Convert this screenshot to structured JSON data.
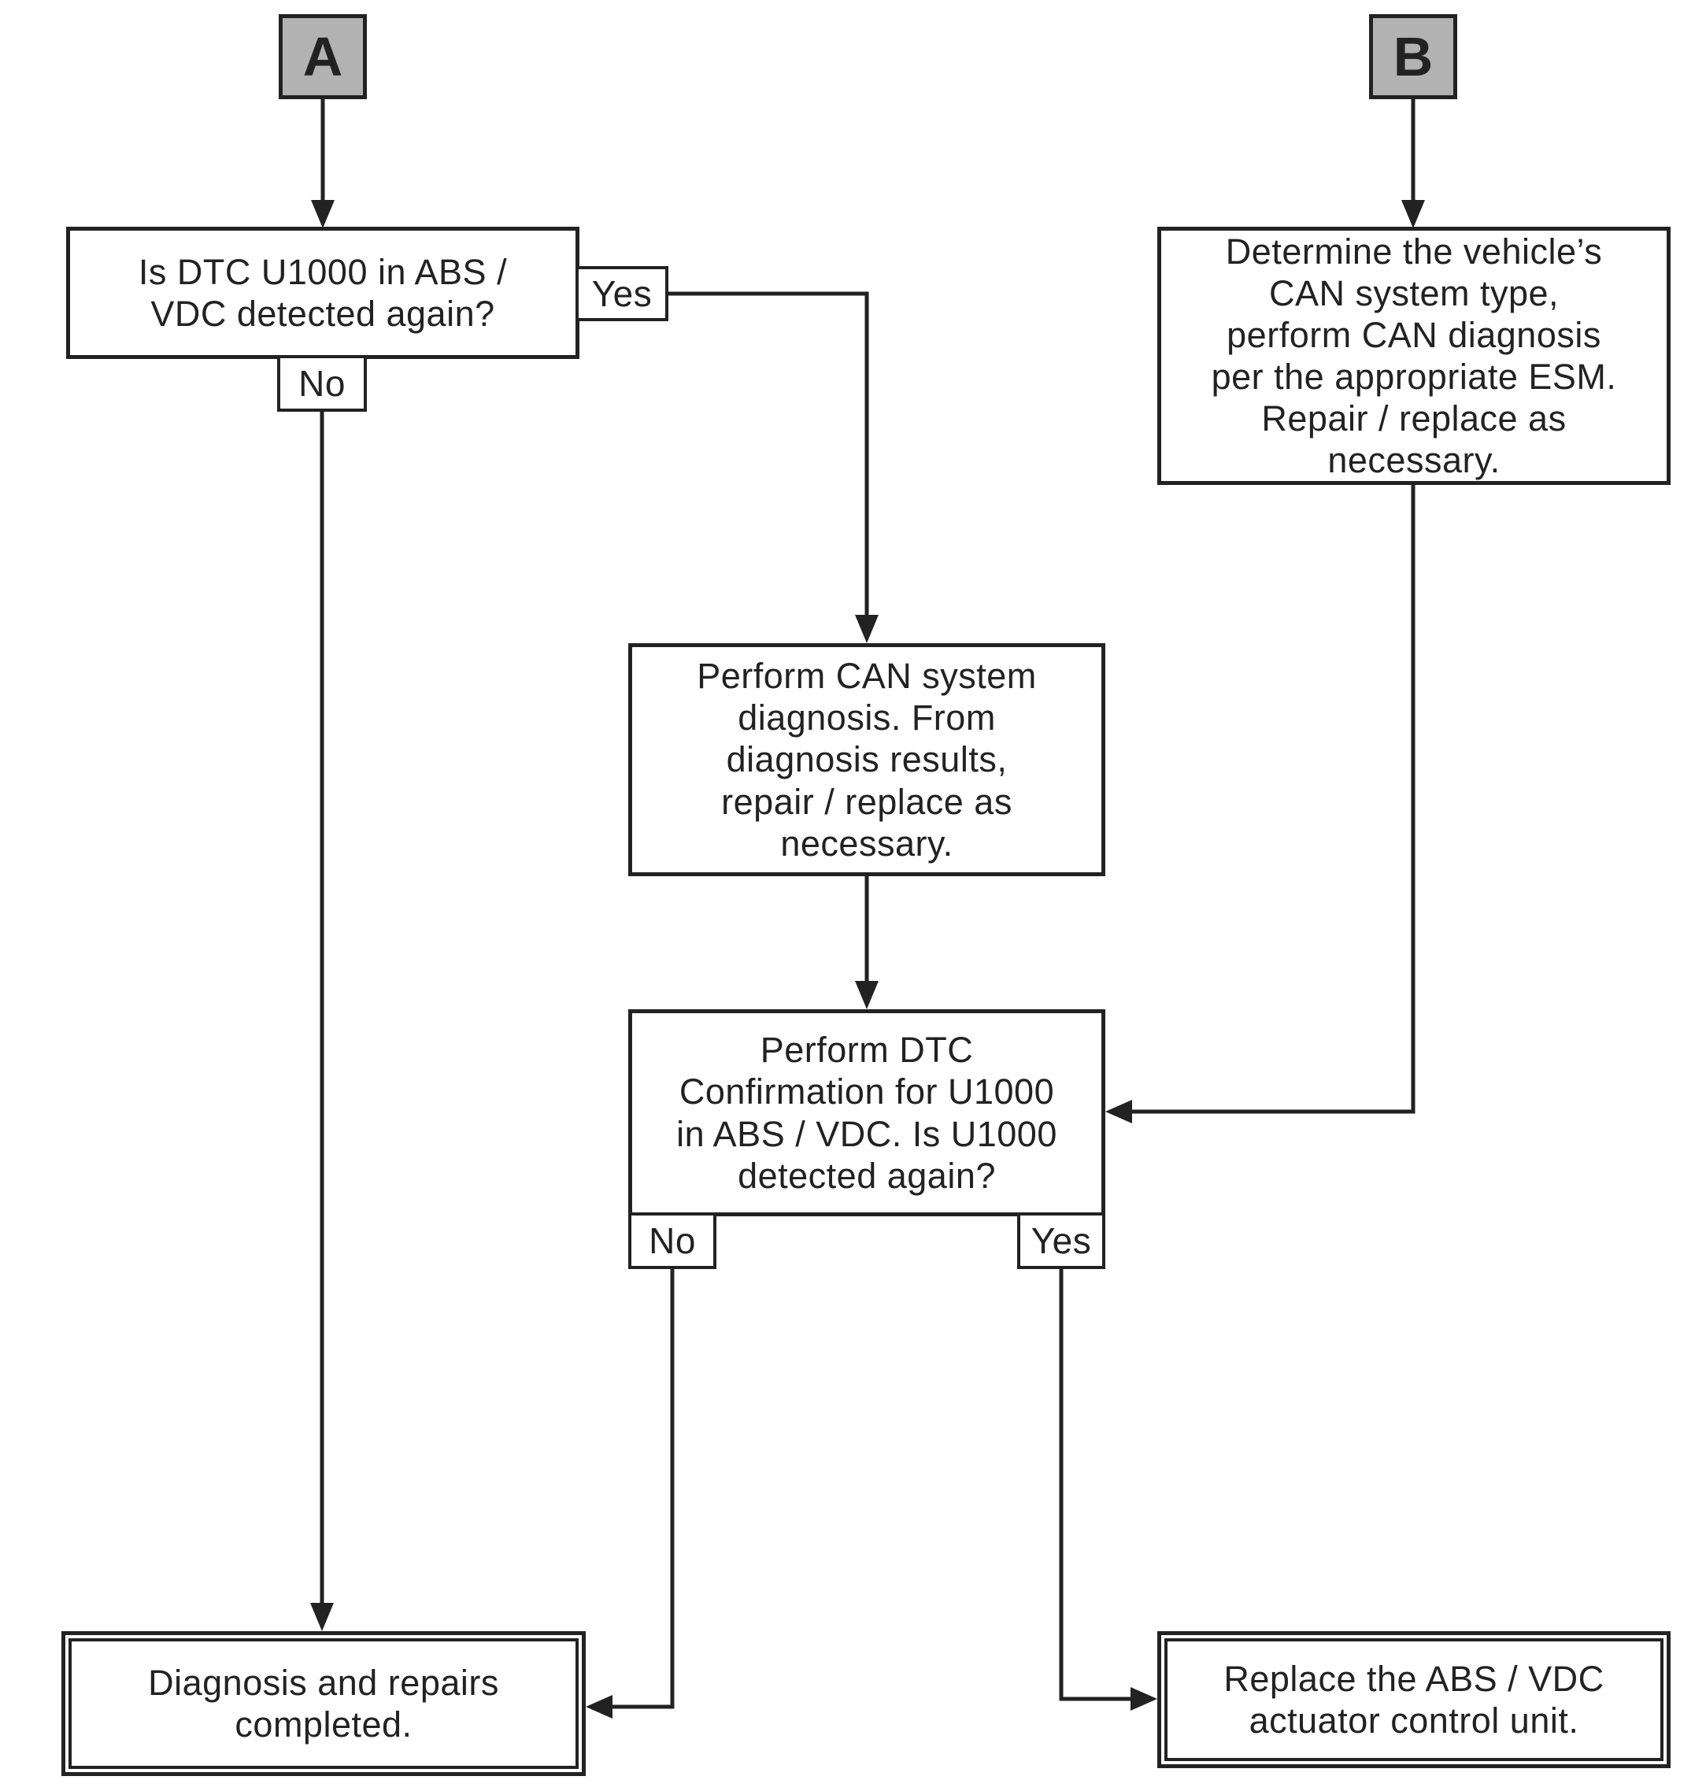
{
  "page": {
    "background": "#ffffff"
  },
  "colors": {
    "line": "#222222",
    "connector_fill": "#b2b2b2",
    "node_fill": "#ffffff"
  },
  "flowchart": {
    "connectors": {
      "a": {
        "label": "A"
      },
      "b": {
        "label": "B"
      }
    },
    "nodes": {
      "question_dtc_again": {
        "text": "Is DTC U1000 in ABS /\nVDC detected again?",
        "yes_label": "Yes",
        "no_label": "No"
      },
      "determine_can": {
        "text": "Determine the vehicle’s\nCAN system type,\nperform CAN diagnosis\nper the appropriate ESM.\nRepair / replace as\nnecessary."
      },
      "perform_can_diagnosis": {
        "text": "Perform CAN system\ndiagnosis. From\ndiagnosis results,\nrepair / replace as\nnecessary."
      },
      "dtc_confirmation": {
        "text": "Perform DTC\nConfirmation for U1000\nin ABS / VDC. Is U1000\ndetected again?",
        "no_label": "No",
        "yes_label": "Yes"
      },
      "diagnosis_completed": {
        "text": "Diagnosis and repairs\ncompleted."
      },
      "replace_actuator": {
        "text": "Replace the ABS / VDC\nactuator control unit."
      }
    }
  }
}
